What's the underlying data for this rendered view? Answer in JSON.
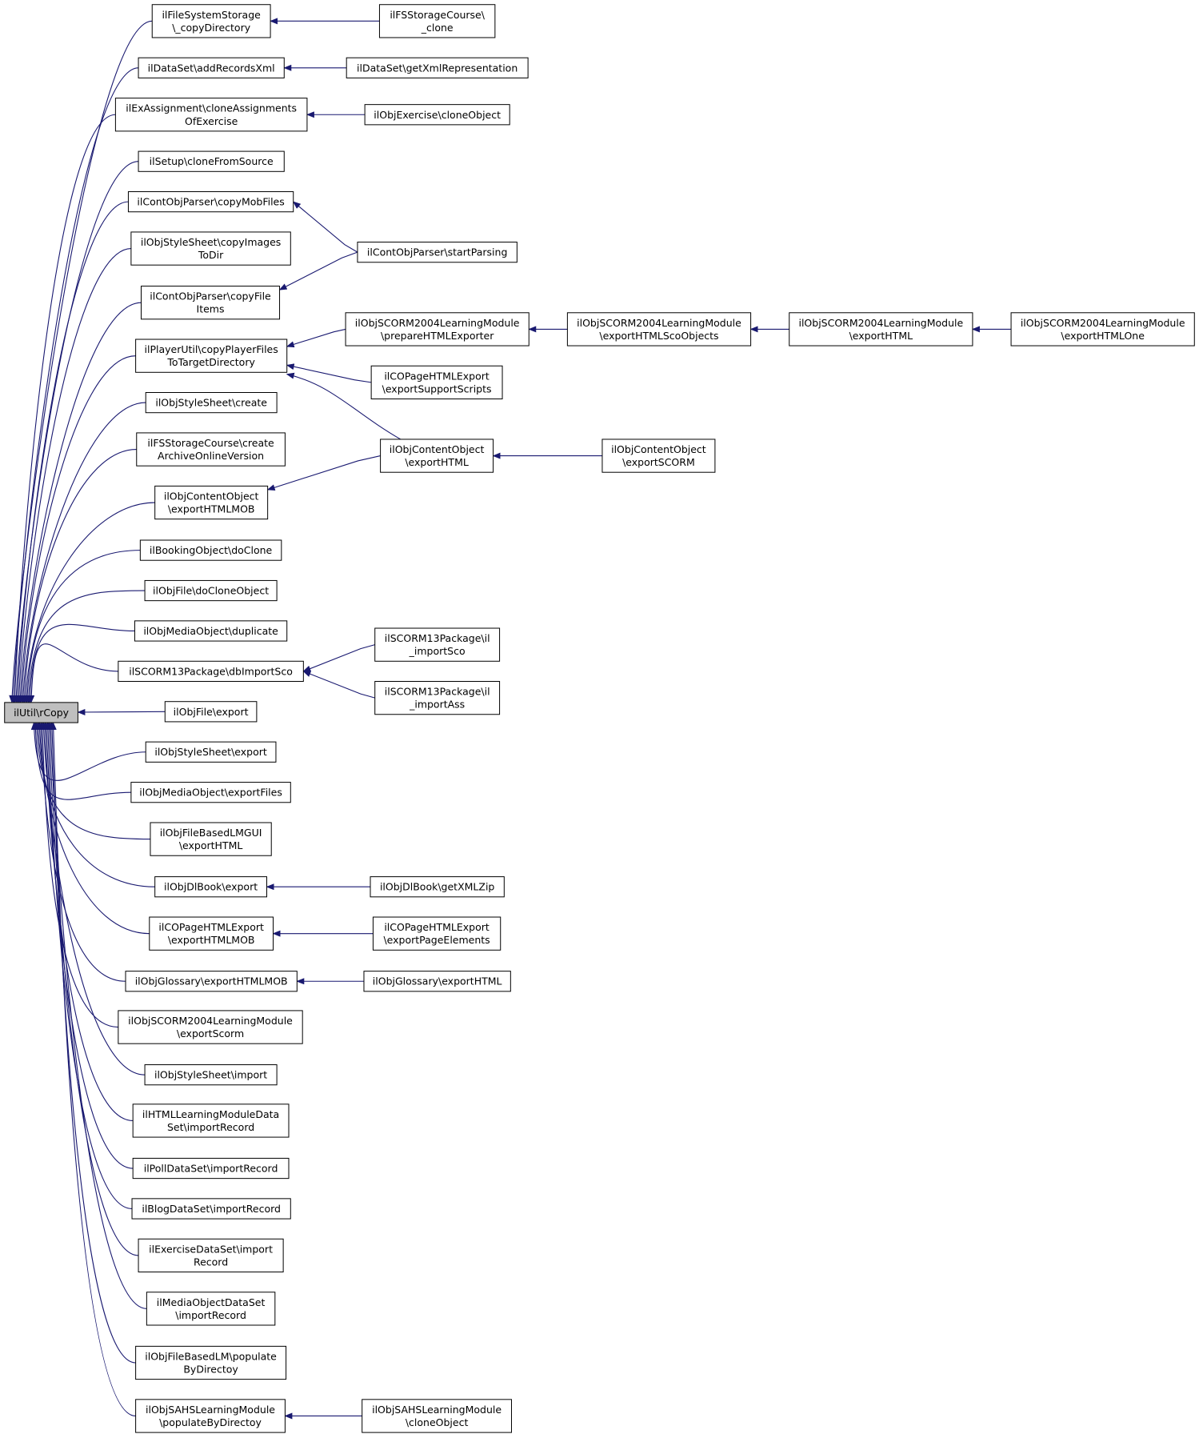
{
  "colors": {
    "edge": "#191970",
    "node_border": "#000000",
    "node_fill": "#ffffff",
    "root_fill": "#bfbfbf"
  },
  "nodes": [
    {
      "id": "root",
      "lines": [
        "ilUtil\\rCopy"
      ]
    },
    {
      "id": "fss_copydir",
      "lines": [
        "ilFileSystemStorage",
        "\\_copyDirectory"
      ]
    },
    {
      "id": "fsc_clone",
      "lines": [
        "ilFSStorageCourse\\",
        "_clone"
      ]
    },
    {
      "id": "ds_addrec",
      "lines": [
        "ilDataSet\\addRecordsXml"
      ]
    },
    {
      "id": "ds_getxml",
      "lines": [
        "ilDataSet\\getXmlRepresentation"
      ]
    },
    {
      "id": "exa_clone",
      "lines": [
        "ilExAssignment\\cloneAssignments",
        "OfExercise"
      ]
    },
    {
      "id": "oex_clone",
      "lines": [
        "ilObjExercise\\cloneObject"
      ]
    },
    {
      "id": "setup_clone",
      "lines": [
        "ilSetup\\cloneFromSource"
      ]
    },
    {
      "id": "cop_copymob",
      "lines": [
        "ilContObjParser\\copyMobFiles"
      ]
    },
    {
      "id": "oss_copyimg",
      "lines": [
        "ilObjStyleSheet\\copyImages",
        "ToDir"
      ]
    },
    {
      "id": "cop_startparse",
      "lines": [
        "ilContObjParser\\startParsing"
      ]
    },
    {
      "id": "cop_copyfile",
      "lines": [
        "ilContObjParser\\copyFile",
        "Items"
      ]
    },
    {
      "id": "pu_copyplayer",
      "lines": [
        "ilPlayerUtil\\copyPlayerFiles",
        "ToTargetDirectory"
      ]
    },
    {
      "id": "scorm_prep",
      "lines": [
        "ilObjSCORM2004LearningModule",
        "\\prepareHTMLExporter"
      ]
    },
    {
      "id": "scorm_expsco",
      "lines": [
        "ilObjSCORM2004LearningModule",
        "\\exportHTMLScoObjects"
      ]
    },
    {
      "id": "scorm_exphtml",
      "lines": [
        "ilObjSCORM2004LearningModule",
        "\\exportHTML"
      ]
    },
    {
      "id": "scorm_exphtmlone",
      "lines": [
        "ilObjSCORM2004LearningModule",
        "\\exportHTMLOne"
      ]
    },
    {
      "id": "cope_support",
      "lines": [
        "ilCOPageHTMLExport",
        "\\exportSupportScripts"
      ]
    },
    {
      "id": "oss_create",
      "lines": [
        "ilObjStyleSheet\\create"
      ]
    },
    {
      "id": "oco_exphtml",
      "lines": [
        "ilObjContentObject",
        "\\exportHTML"
      ]
    },
    {
      "id": "oco_expscorm",
      "lines": [
        "ilObjContentObject",
        "\\exportSCORM"
      ]
    },
    {
      "id": "fsc_archive",
      "lines": [
        "ilFSStorageCourse\\create",
        "ArchiveOnlineVersion"
      ]
    },
    {
      "id": "oco_exphtmlmob",
      "lines": [
        "ilObjContentObject",
        "\\exportHTMLMOB"
      ]
    },
    {
      "id": "bo_doclone",
      "lines": [
        "ilBookingObject\\doClone"
      ]
    },
    {
      "id": "of_doclone",
      "lines": [
        "ilObjFile\\doCloneObject"
      ]
    },
    {
      "id": "omo_dup",
      "lines": [
        "ilObjMediaObject\\duplicate"
      ]
    },
    {
      "id": "s13_dbimport",
      "lines": [
        "ilSCORM13Package\\dbImportSco"
      ]
    },
    {
      "id": "s13_importsco",
      "lines": [
        "ilSCORM13Package\\il",
        "_importSco"
      ]
    },
    {
      "id": "s13_importass",
      "lines": [
        "ilSCORM13Package\\il",
        "_importAss"
      ]
    },
    {
      "id": "of_export",
      "lines": [
        "ilObjFile\\export"
      ]
    },
    {
      "id": "oss_export",
      "lines": [
        "ilObjStyleSheet\\export"
      ]
    },
    {
      "id": "omo_expfiles",
      "lines": [
        "ilObjMediaObject\\exportFiles"
      ]
    },
    {
      "id": "ofblmgui_exp",
      "lines": [
        "ilObjFileBasedLMGUI",
        "\\exportHTML"
      ]
    },
    {
      "id": "odl_export",
      "lines": [
        "ilObjDlBook\\export"
      ]
    },
    {
      "id": "odl_getxml",
      "lines": [
        "ilObjDlBook\\getXMLZip"
      ]
    },
    {
      "id": "cope_exphtmlmob",
      "lines": [
        "ilCOPageHTMLExport",
        "\\exportHTMLMOB"
      ]
    },
    {
      "id": "cope_exppage",
      "lines": [
        "ilCOPageHTMLExport",
        "\\exportPageElements"
      ]
    },
    {
      "id": "og_exphtmlmob",
      "lines": [
        "ilObjGlossary\\exportHTMLMOB"
      ]
    },
    {
      "id": "og_exphtml",
      "lines": [
        "ilObjGlossary\\exportHTML"
      ]
    },
    {
      "id": "scorm_expscorm",
      "lines": [
        "ilObjSCORM2004LearningModule",
        "\\exportScorm"
      ]
    },
    {
      "id": "oss_import",
      "lines": [
        "ilObjStyleSheet\\import"
      ]
    },
    {
      "id": "hlmds_import",
      "lines": [
        "ilHTMLLearningModuleData",
        "Set\\importRecord"
      ]
    },
    {
      "id": "pds_import",
      "lines": [
        "ilPollDataSet\\importRecord"
      ]
    },
    {
      "id": "bds_import",
      "lines": [
        "ilBlogDataSet\\importRecord"
      ]
    },
    {
      "id": "eds_import",
      "lines": [
        "ilExerciseDataSet\\import",
        "Record"
      ]
    },
    {
      "id": "mods_import",
      "lines": [
        "ilMediaObjectDataSet",
        "\\importRecord"
      ]
    },
    {
      "id": "ofblm_pop",
      "lines": [
        "ilObjFileBasedLM\\populate",
        "ByDirectoy"
      ]
    },
    {
      "id": "osahs_pop",
      "lines": [
        "ilObjSAHSLearningModule",
        "\\populateByDirectoy"
      ]
    },
    {
      "id": "osahs_clone",
      "lines": [
        "ilObjSAHSLearningModule",
        "\\cloneObject"
      ]
    }
  ],
  "edges": [
    [
      "fss_copydir",
      "root"
    ],
    [
      "ds_addrec",
      "root"
    ],
    [
      "exa_clone",
      "root"
    ],
    [
      "setup_clone",
      "root"
    ],
    [
      "cop_copymob",
      "root"
    ],
    [
      "oss_copyimg",
      "root"
    ],
    [
      "cop_copyfile",
      "root"
    ],
    [
      "pu_copyplayer",
      "root"
    ],
    [
      "oss_create",
      "root"
    ],
    [
      "fsc_archive",
      "root"
    ],
    [
      "oco_exphtmlmob",
      "root"
    ],
    [
      "bo_doclone",
      "root"
    ],
    [
      "of_doclone",
      "root"
    ],
    [
      "omo_dup",
      "root"
    ],
    [
      "s13_dbimport",
      "root"
    ],
    [
      "of_export",
      "root"
    ],
    [
      "oss_export",
      "root"
    ],
    [
      "omo_expfiles",
      "root"
    ],
    [
      "ofblmgui_exp",
      "root"
    ],
    [
      "odl_export",
      "root"
    ],
    [
      "cope_exphtmlmob",
      "root"
    ],
    [
      "og_exphtmlmob",
      "root"
    ],
    [
      "scorm_expscorm",
      "root"
    ],
    [
      "oss_import",
      "root"
    ],
    [
      "hlmds_import",
      "root"
    ],
    [
      "pds_import",
      "root"
    ],
    [
      "bds_import",
      "root"
    ],
    [
      "eds_import",
      "root"
    ],
    [
      "mods_import",
      "root"
    ],
    [
      "ofblm_pop",
      "root"
    ],
    [
      "osahs_pop",
      "root"
    ],
    [
      "fsc_clone",
      "fss_copydir"
    ],
    [
      "ds_getxml",
      "ds_addrec"
    ],
    [
      "oex_clone",
      "exa_clone"
    ],
    [
      "cop_startparse",
      "cop_copymob"
    ],
    [
      "cop_startparse",
      "cop_copyfile"
    ],
    [
      "scorm_prep",
      "pu_copyplayer"
    ],
    [
      "cope_support",
      "pu_copyplayer"
    ],
    [
      "oco_exphtml",
      "pu_copyplayer"
    ],
    [
      "scorm_expsco",
      "scorm_prep"
    ],
    [
      "scorm_exphtml",
      "scorm_expsco"
    ],
    [
      "scorm_exphtmlone",
      "scorm_exphtml"
    ],
    [
      "oco_exphtml",
      "oco_exphtmlmob"
    ],
    [
      "oco_expscorm",
      "oco_exphtml"
    ],
    [
      "s13_importsco",
      "s13_dbimport"
    ],
    [
      "s13_importass",
      "s13_dbimport"
    ],
    [
      "odl_getxml",
      "odl_export"
    ],
    [
      "cope_exppage",
      "cope_exphtmlmob"
    ],
    [
      "og_exphtml",
      "og_exphtmlmob"
    ],
    [
      "osahs_clone",
      "osahs_pop"
    ]
  ]
}
